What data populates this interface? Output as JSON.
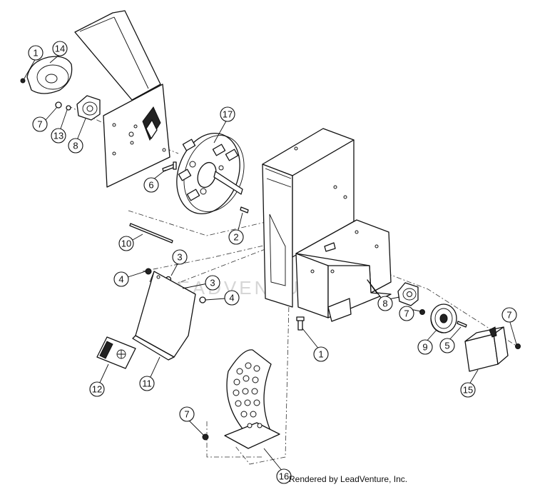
{
  "watermark": "LEADVENTURE",
  "credit": "Rendered by LeadVenture, Inc.",
  "callouts": [
    "1",
    "2",
    "3",
    "3",
    "4",
    "4",
    "5",
    "6",
    "7",
    "7",
    "7",
    "7",
    "7",
    "8",
    "8",
    "9",
    "10",
    "11",
    "12",
    "13",
    "14",
    "15",
    "16",
    "17"
  ]
}
